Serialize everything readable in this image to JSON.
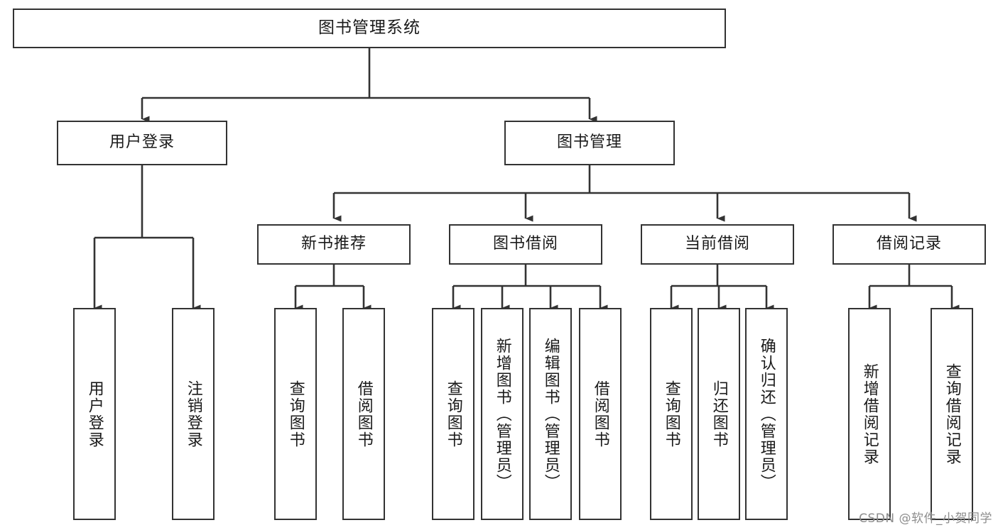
{
  "diagram": {
    "type": "tree-hierarchy-chart",
    "title": "图书管理系统",
    "watermark": "CSDN @软件_小贺同学",
    "colors": {
      "box_border": "#333333",
      "connector": "#333333",
      "background": "#ffffff",
      "text": "#1a1a1a",
      "watermark": "#8d8d8d"
    },
    "root": {
      "label": "图书管理系统"
    },
    "level2": [
      {
        "label": "用户登录"
      },
      {
        "label": "图书管理"
      }
    ],
    "level3": [
      {
        "label": "新书推荐"
      },
      {
        "label": "图书借阅"
      },
      {
        "label": "当前借阅"
      },
      {
        "label": "借阅记录"
      }
    ],
    "leaves": {
      "user_login": [
        {
          "label": "用户登录"
        },
        {
          "label": "注销登录"
        }
      ],
      "new_book_recommend": [
        {
          "label": "查询图书"
        },
        {
          "label": "借阅图书"
        }
      ],
      "book_borrow": [
        {
          "label": "查询图书"
        },
        {
          "label": "新增图书（管理员）"
        },
        {
          "label": "编辑图书（管理员）"
        },
        {
          "label": "借阅图书"
        }
      ],
      "current_borrow": [
        {
          "label": "查询图书"
        },
        {
          "label": "归还图书"
        },
        {
          "label": "确认归还（管理员）"
        }
      ],
      "borrow_record": [
        {
          "label": "新增借阅记录"
        },
        {
          "label": "查询借阅记录"
        }
      ]
    }
  }
}
